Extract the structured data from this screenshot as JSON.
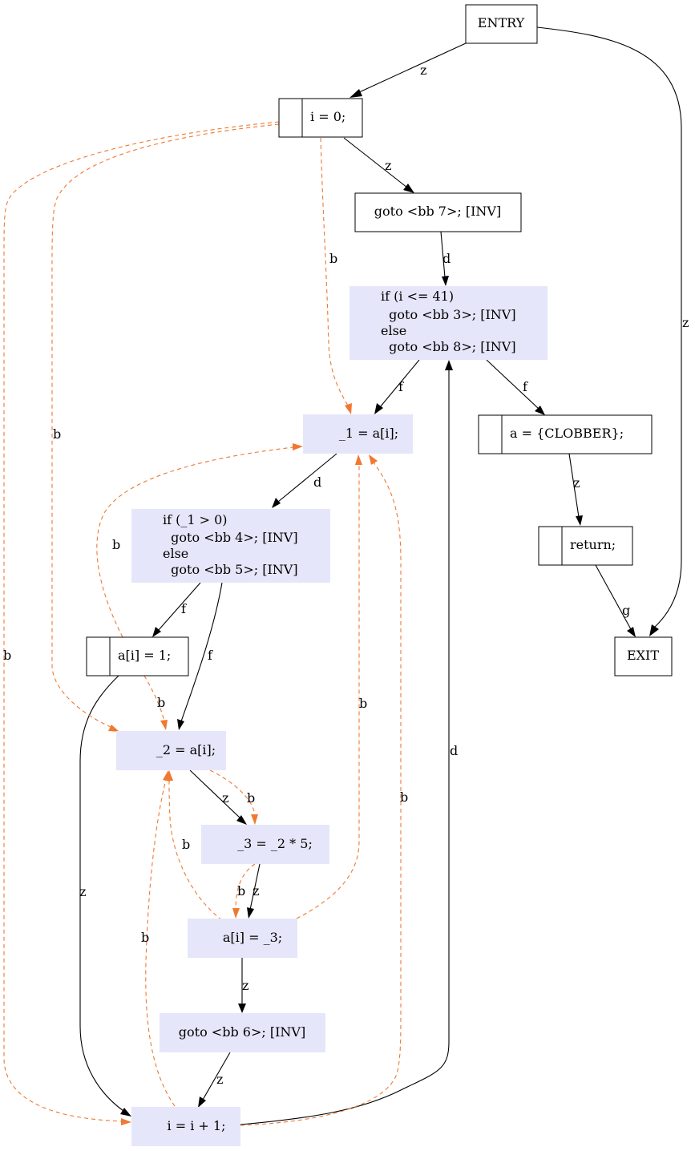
{
  "nodes": {
    "entry": "ENTRY",
    "i0": "i = 0;",
    "goto7": "goto <bb 7>; [INV]",
    "cond41": [
      "if (i <= 41)",
      "  goto <bb 3>; [INV]",
      "else",
      "  goto <bb 8>; [INV]"
    ],
    "load1": "_1 = a[i];",
    "clobber": "a = {CLOBBER};",
    "ret": "return;",
    "exit": "EXIT",
    "cond0": [
      "if (_1 > 0)",
      "  goto <bb 4>; [INV]",
      "else",
      "  goto <bb 5>; [INV]"
    ],
    "store1": "a[i] = 1;",
    "load2": "_2 = a[i];",
    "mul": "_3 = _2 * 5;",
    "store3": "a[i] = _3;",
    "goto6": "goto <bb 6>; [INV]",
    "inc": "i = i + 1;"
  },
  "edges": {
    "entry_i0": "z",
    "entry_exit": "z",
    "i0_goto7": "z",
    "i0_load1": "b",
    "i0_load2": "b",
    "i0_inc": "b",
    "goto7_cond41": "d",
    "cond41_load1": "f",
    "cond41_clobber": "f",
    "clobber_ret": "z",
    "ret_exit": "g",
    "load1_cond0": "d",
    "store1_load1": "b",
    "cond0_store1": "f",
    "cond0_load2": "f",
    "store1_load2": "b",
    "store1_inc": "z",
    "load2_mul_z": "z",
    "load2_mul_b": "b",
    "store3_load2": "b",
    "store3_load1": "b",
    "inc_load1": "b",
    "mul_store3_b": "b",
    "mul_store3_z": "z",
    "inc_load2": "b",
    "store3_goto6": "z",
    "goto6_inc": "z",
    "inc_cond41": "d"
  }
}
